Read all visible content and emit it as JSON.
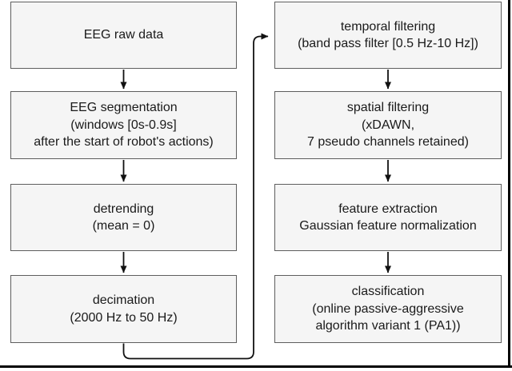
{
  "figure": {
    "type": "flowchart",
    "colors": {
      "background": "#ffffff",
      "box_fill": "#f5f5f5",
      "box_border": "#5e5e5e",
      "arrow": "#111111",
      "frame_border": "#000000",
      "text": "#1a1a1a"
    }
  },
  "flowchart": {
    "left_column": [
      {
        "id": "eeg-raw-data",
        "lines": [
          "EEG raw data"
        ]
      },
      {
        "id": "eeg-segmentation",
        "lines": [
          "EEG segmentation",
          "(windows [0s-0.9s]",
          "after the start of robot's actions)"
        ]
      },
      {
        "id": "detrending",
        "lines": [
          "detrending",
          "(mean = 0)"
        ]
      },
      {
        "id": "decimation",
        "lines": [
          "decimation",
          "(2000 Hz to 50 Hz)"
        ]
      }
    ],
    "right_column": [
      {
        "id": "temporal-filtering",
        "lines": [
          "temporal filtering",
          "(band pass filter [0.5 Hz-10 Hz])"
        ]
      },
      {
        "id": "spatial-filtering",
        "lines": [
          "spatial filtering",
          "(xDAWN,",
          "7 pseudo channels retained)"
        ]
      },
      {
        "id": "feature-extraction",
        "lines": [
          "feature extraction",
          "Gaussian feature normalization"
        ]
      },
      {
        "id": "classification",
        "lines": [
          "classification",
          "(online passive-aggressive",
          "algorithm variant 1 (PA1))"
        ]
      }
    ],
    "connections": [
      {
        "from": "eeg-raw-data",
        "to": "eeg-segmentation"
      },
      {
        "from": "eeg-segmentation",
        "to": "detrending"
      },
      {
        "from": "detrending",
        "to": "decimation"
      },
      {
        "from": "decimation",
        "to": "temporal-filtering"
      },
      {
        "from": "temporal-filtering",
        "to": "spatial-filtering"
      },
      {
        "from": "spatial-filtering",
        "to": "feature-extraction"
      },
      {
        "from": "feature-extraction",
        "to": "classification"
      }
    ]
  }
}
